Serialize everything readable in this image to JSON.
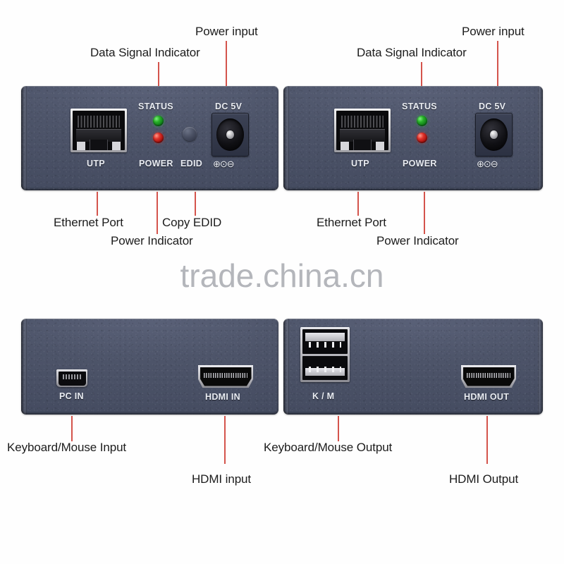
{
  "watermark": {
    "text": "trade.china.cn"
  },
  "annotations": {
    "top_left_device": [
      {
        "id": "data-signal-indicator-tx",
        "label": "Data Signal Indicator"
      },
      {
        "id": "power-input-tx",
        "label": "Power input"
      }
    ],
    "top_right_device": [
      {
        "id": "data-signal-indicator-rx",
        "label": "Data Signal Indicator"
      },
      {
        "id": "power-input-rx",
        "label": "Power input"
      }
    ],
    "below_left_device": [
      {
        "id": "ethernet-port-tx",
        "label": "Ethernet Port"
      },
      {
        "id": "copy-edid",
        "label": "Copy EDID"
      },
      {
        "id": "power-indicator-tx",
        "label": "Power Indicator"
      }
    ],
    "below_right_device": [
      {
        "id": "ethernet-port-rx",
        "label": "Ethernet Port"
      },
      {
        "id": "power-indicator-rx",
        "label": "Power Indicator"
      }
    ],
    "below_bottom_left_device": [
      {
        "id": "keyboard-mouse-input",
        "label": "Keyboard/Mouse Input"
      },
      {
        "id": "hdmi-input",
        "label": "HDMI input"
      }
    ],
    "below_bottom_right_device": [
      {
        "id": "keyboard-mouse-output",
        "label": "Keyboard/Mouse Output"
      },
      {
        "id": "hdmi-output",
        "label": "HDMI Output"
      }
    ]
  },
  "devices": {
    "top_left": {
      "name": "transmitter-front-panel",
      "silkscreen": {
        "utp": "UTP",
        "status": "STATUS",
        "power": "POWER",
        "edid": "EDID",
        "dc": "DC 5V",
        "polarity": "⊕⊙⊖"
      }
    },
    "top_right": {
      "name": "receiver-front-panel",
      "silkscreen": {
        "utp": "UTP",
        "status": "STATUS",
        "power": "POWER",
        "dc": "DC 5V",
        "polarity": "⊕⊙⊖"
      }
    },
    "bottom_left": {
      "name": "transmitter-rear-panel",
      "silkscreen": {
        "pc_in": "PC IN",
        "hdmi_in": "HDMI IN"
      }
    },
    "bottom_right": {
      "name": "receiver-rear-panel",
      "silkscreen": {
        "km": "K / M",
        "hdmi_out": "HDMI OUT"
      }
    }
  },
  "colors": {
    "chassis": "#4d5469",
    "leader_line": "#d4544c",
    "label_text": "#1c1c1c",
    "silkscreen_text": "#e9ecf2",
    "led_green": "#28b028",
    "led_red": "#e0322a",
    "watermark": "#b4b6bb",
    "background": "#ffffff"
  }
}
